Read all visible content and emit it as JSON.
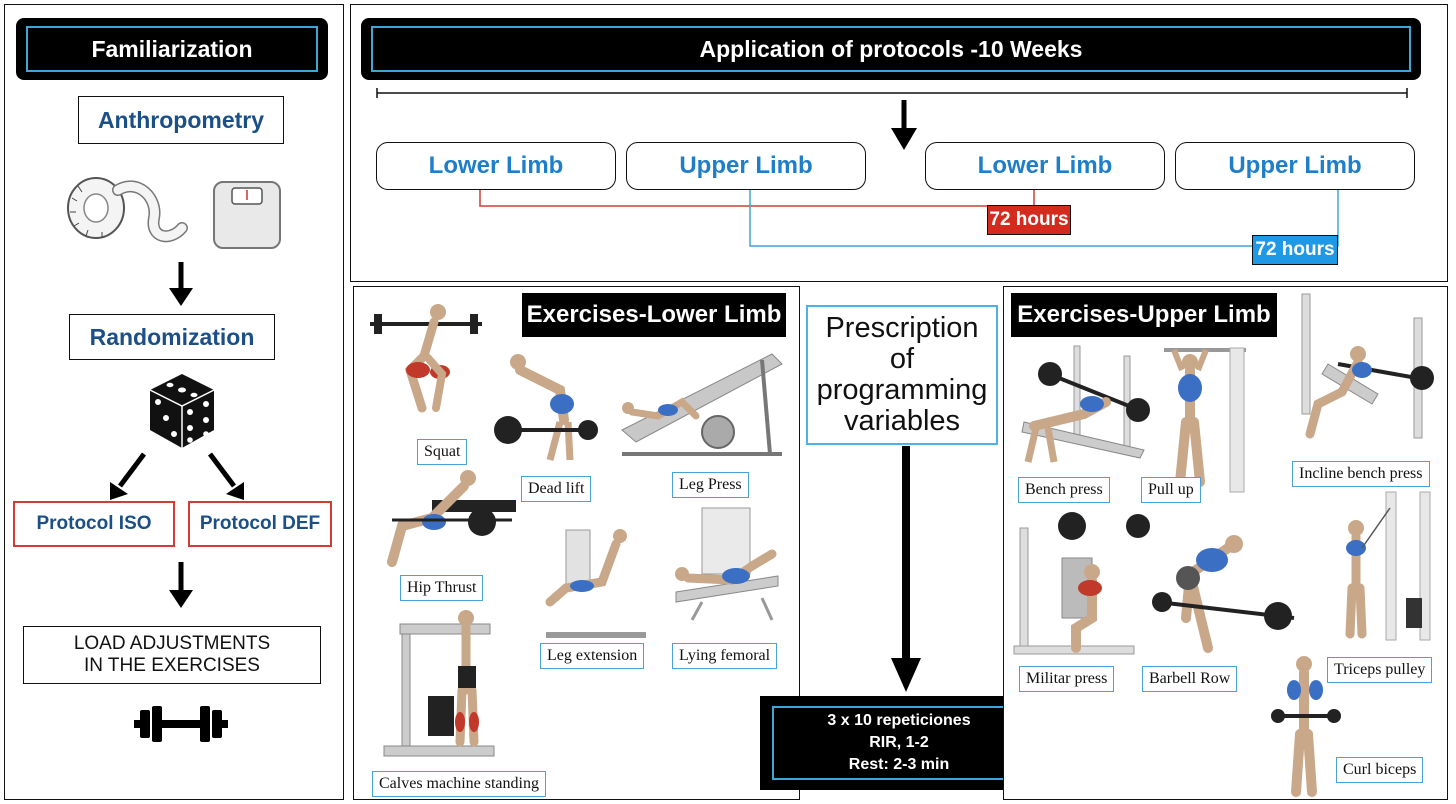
{
  "left": {
    "title": "Familiarization",
    "anthropometry": "Anthropometry",
    "randomization": "Randomization",
    "protocol_iso": "Protocol ISO",
    "protocol_def": "Protocol DEF",
    "load_line1": "LOAD ADJUSTMENTS",
    "load_line2": "IN THE EXERCISES"
  },
  "top": {
    "title": "Application of protocols -10 Weeks",
    "limbs": [
      "Lower Limb",
      "Upper Limb",
      "Lower Limb",
      "Upper Limb"
    ],
    "tag_red": "72 hours",
    "tag_blue": "72 hours"
  },
  "lower": {
    "header": "Exercises-Lower Limb",
    "labels": {
      "squat": "Squat",
      "deadlift": "Dead lift",
      "legpress": "Leg Press",
      "hipthrust": "Hip Thrust",
      "legext": "Leg extension",
      "lyingfem": "Lying femoral",
      "calves": "Calves machine standing"
    }
  },
  "center": {
    "line1": "Prescription",
    "line2": "of",
    "line3": "programming",
    "line4": "variables",
    "rx1": "3 x 10 repeticiones",
    "rx2": "RIR, 1-2",
    "rx3": "Rest: 2-3 min"
  },
  "upper": {
    "header": "Exercises-Upper Limb",
    "labels": {
      "bench": "Bench press",
      "pullup": "Pull up",
      "incline": "Incline bench press",
      "militar": "Militar press",
      "row": "Barbell Row",
      "triceps": "Triceps pulley",
      "curl": "Curl biceps"
    }
  },
  "colors": {
    "accent_blue": "#1f7ec9",
    "frame_blue": "#3fa7d6",
    "red": "#d43b35",
    "navy": "#1b4f86"
  }
}
